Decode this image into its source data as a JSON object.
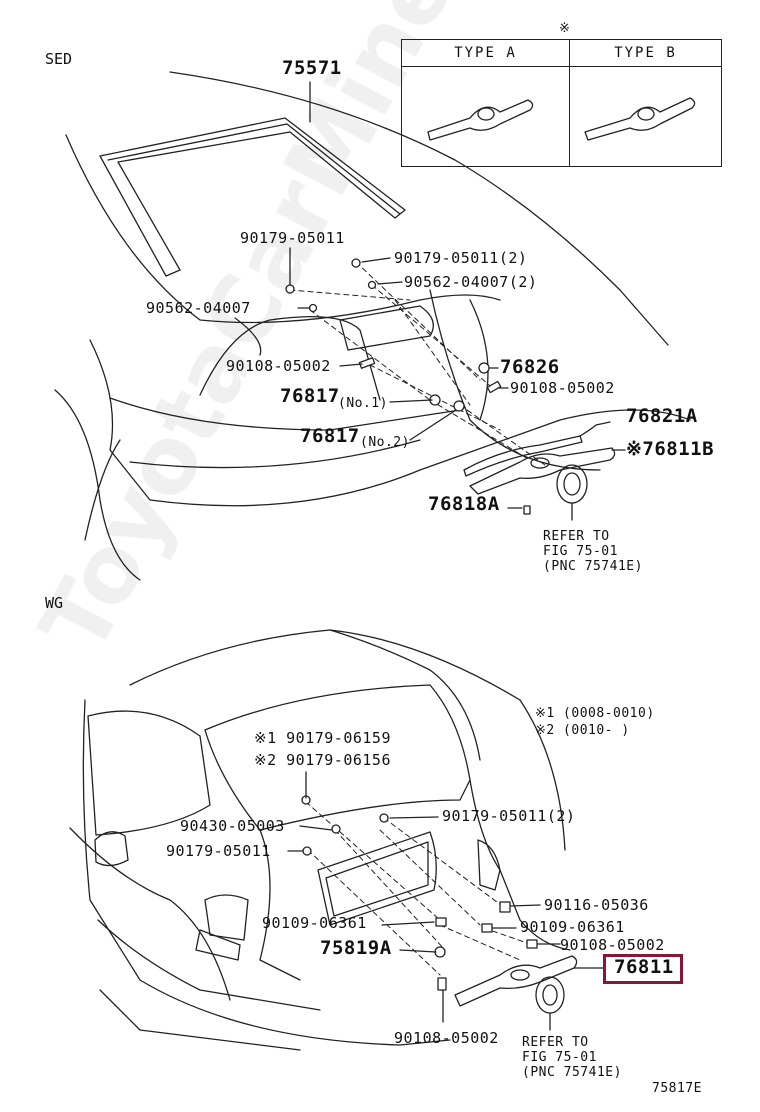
{
  "sections": {
    "sedan": "SED",
    "wagon": "WG"
  },
  "type_table": {
    "mark": "※",
    "type_a": "TYPE A",
    "type_b": "TYPE B"
  },
  "sedan_labels": {
    "p75571": "75571",
    "p90179_05011": "90179-05011",
    "p90179_05011_2": "90179-05011(2)",
    "p90562_04007_2": "90562-04007(2)",
    "p90562_04007": "90562-04007",
    "p90108_05002_left": "90108-05002",
    "p76826": "76826",
    "p90108_05002_right": "90108-05002",
    "p76817_no1": "76817",
    "no1": "(No.1)",
    "p76821a": "76821A",
    "p76817_no2": "76817",
    "no2": "(No.2)",
    "p76811b": "※76811B",
    "p76818a": "76818A",
    "refer": [
      "REFER TO",
      "FIG 75-01",
      "(PNC 75741E)"
    ]
  },
  "wagon_labels": {
    "note1": "※1 (0008-0010)",
    "note2": "※2 (0010-        )",
    "p90179_06159": "※1 90179-06159",
    "p90179_06156": "※2 90179-06156",
    "p90430_05003": "90430-05003",
    "p90179_05011_2": "90179-05011(2)",
    "p90179_05011": "90179-05011",
    "p90116_05036": "90116-05036",
    "p90109_06361_left": "90109-06361",
    "p90109_06361_right": "90109-06361",
    "p75819a": "75819A",
    "p90108_05002_right": "90108-05002",
    "p76811": "76811",
    "p90108_05002_bottom": "90108-05002",
    "refer": [
      "REFER TO",
      "FIG 75-01",
      "(PNC 75741E)"
    ]
  },
  "figure_code": "75817E",
  "watermark": "ToyotaCarMine.ru",
  "highlight_color": "#8a1537"
}
